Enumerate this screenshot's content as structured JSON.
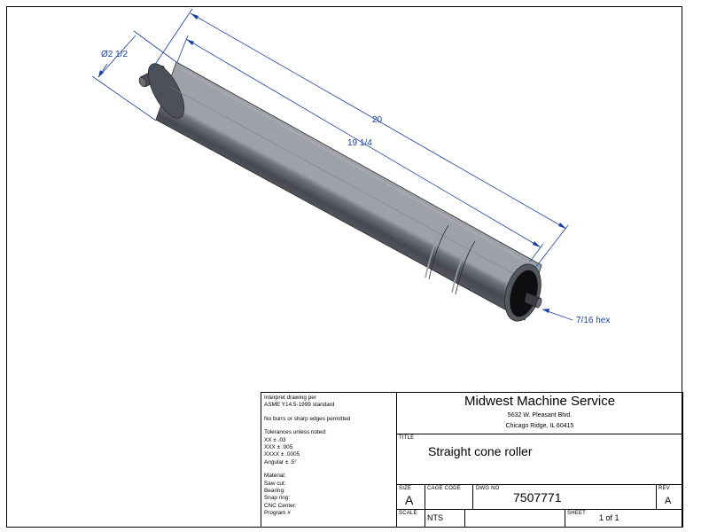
{
  "dimensions": {
    "diameter": "Ø2 1/2",
    "overall_length": "20",
    "body_length": "19 1/4",
    "hex": "7/16 hex"
  },
  "notes": {
    "interpret_line1": "Interpret drawing per",
    "interpret_line2": "ASME Y14.5-1999 standard",
    "burrs": "No burrs or sharp edges permitted",
    "tolerances_header": "Tolerances unless noted:",
    "tol_xx": "XX ± .03",
    "tol_xxx": "XXX ± .005",
    "tol_xxxx": "XXXX ± .0005",
    "tol_angular": "Angular ± .5°",
    "material": "Material:",
    "saw_cut": "Saw cut:",
    "bearing": "Bearing:",
    "snap_ring": "Snap ring:",
    "cnc_center": "CNC Center:",
    "program": "Program #"
  },
  "title_block": {
    "company": "Midwest Machine Service",
    "address1": "5632 W. Pleasant Blvd.",
    "address2": "Chicago Ridge, IL 60415",
    "title_label": "TITLE",
    "title": "Straight cone roller",
    "size_label": "SIZE",
    "size": "A",
    "cage_label": "CAGE CODE",
    "dwg_label": "DWG NO",
    "dwg_no": "7507771",
    "rev_label": "REV",
    "rev": "A",
    "scale_label": "SCALE",
    "scale": "NTS",
    "sheet_label": "SHEET",
    "sheet": "1 of 1"
  },
  "colors": {
    "dimension": "#1a3f9c",
    "roller_body": "#4a4c55",
    "roller_end": "#101010"
  }
}
